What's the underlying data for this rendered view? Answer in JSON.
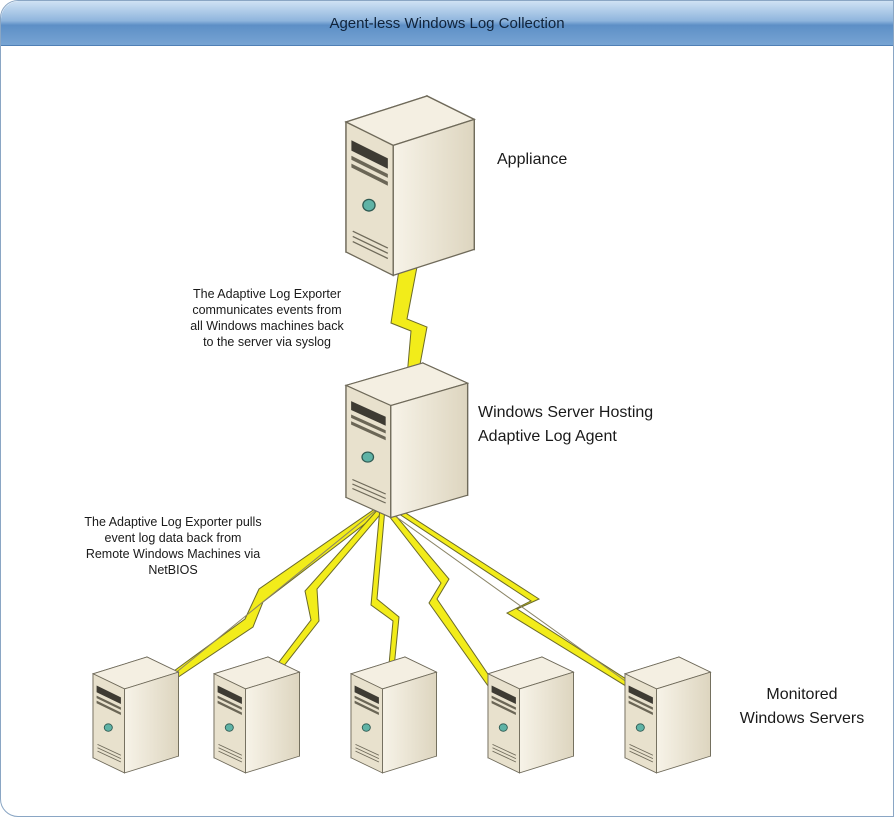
{
  "title": "Agent-less Windows Log Collection",
  "nodes": {
    "appliance_label": "Appliance",
    "host_label_line1": "Windows Server Hosting",
    "host_label_line2": "Adaptive Log Agent",
    "monitored_label_line1": "Monitored",
    "monitored_label_line2": "Windows Servers"
  },
  "annotations": {
    "syslog_note": [
      "The Adaptive Log Exporter",
      "communicates events from",
      "all Windows machines back",
      "to the server via syslog"
    ],
    "netbios_note": [
      "The Adaptive Log Exporter pulls",
      "event log data back from",
      "Remote Windows Machines via",
      "NetBIOS"
    ]
  },
  "colors": {
    "lightning": "#f2ec1a",
    "lightning_stroke": "#6b6a2a",
    "server_body": "#ece6d4",
    "server_side": "#b8ae94",
    "server_top": "#f6f2e6",
    "header_dark": "#5d8fc6"
  },
  "icons": [
    "server-icon",
    "lightning-link-icon"
  ]
}
